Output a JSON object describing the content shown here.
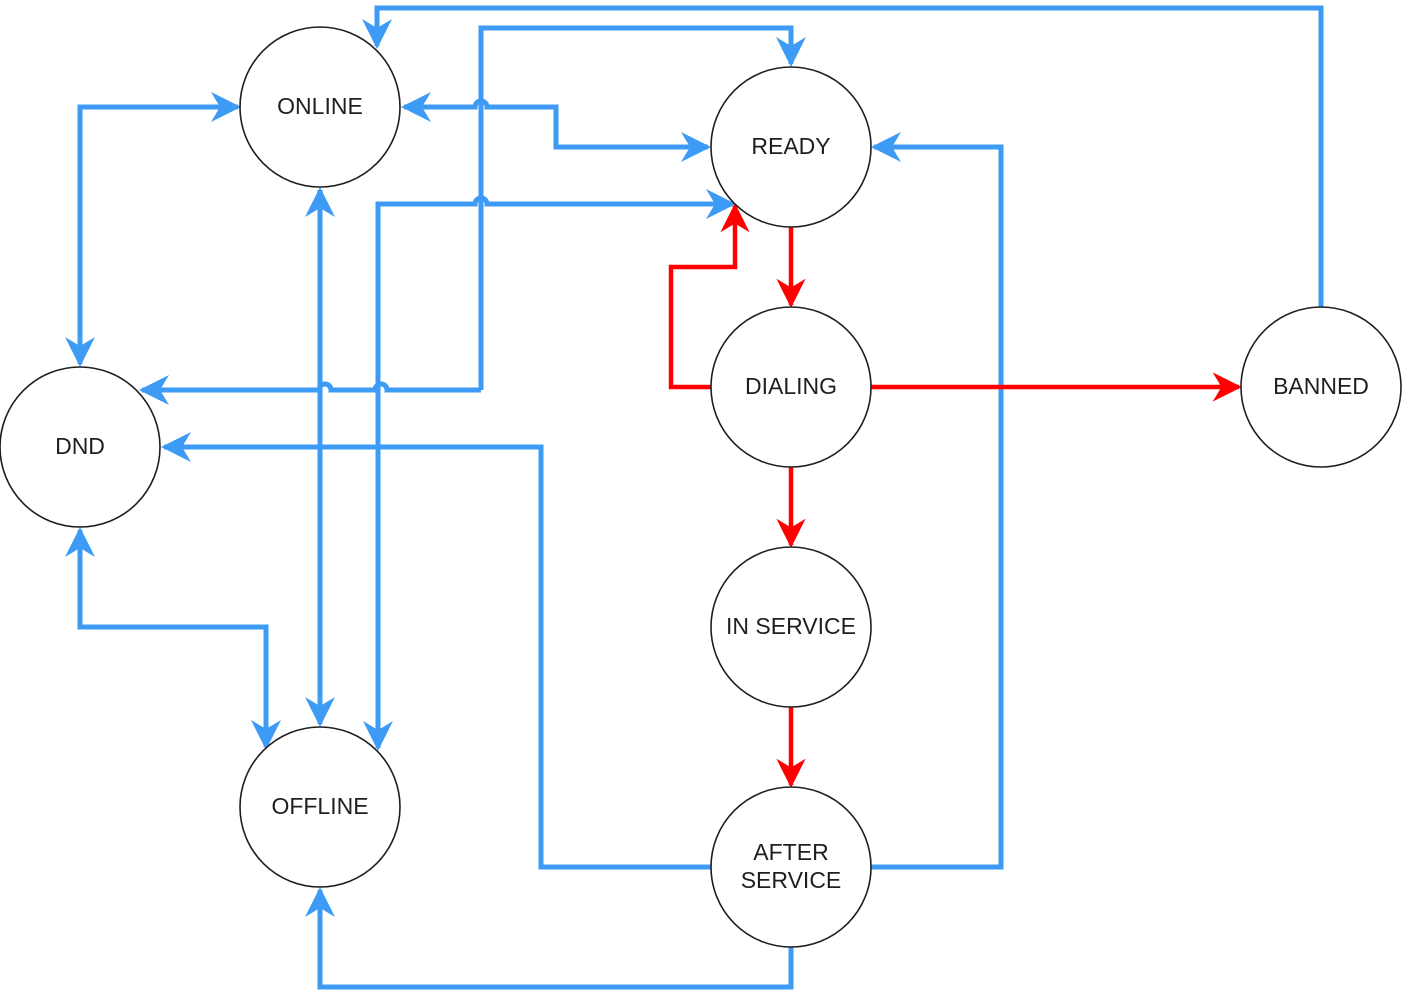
{
  "colors": {
    "transition_blue": "#3d9bf5",
    "call_flow_red": "#ff0000",
    "node_border": "#1f1f1f",
    "node_fill": "#ffffff",
    "label_text": "#1f1f1f"
  },
  "nodes": {
    "online": {
      "label": "ONLINE"
    },
    "ready": {
      "label": "READY"
    },
    "dnd": {
      "label": "DND"
    },
    "dialing": {
      "label": "DIALING"
    },
    "banned": {
      "label": "BANNED"
    },
    "in_service": {
      "label": "IN SERVICE"
    },
    "offline": {
      "label": "OFFLINE"
    },
    "after_service": {
      "label_line1": "AFTER",
      "label_line2": "SERVICE"
    }
  },
  "edges": [
    {
      "id": "banned-to-online",
      "from": "BANNED",
      "to": "ONLINE",
      "color": "blue"
    },
    {
      "id": "dnd-to-ready",
      "from": "DND",
      "to": "READY",
      "color": "blue"
    },
    {
      "id": "ready-to-dnd",
      "from": "READY",
      "to": "DND",
      "color": "blue"
    },
    {
      "id": "online-ready",
      "from": "ONLINE",
      "to": "READY",
      "color": "blue",
      "bidirectional": true
    },
    {
      "id": "after-service-to-ready",
      "from": "AFTER SERVICE",
      "to": "READY",
      "color": "blue"
    },
    {
      "id": "offline-ready",
      "from": "OFFLINE",
      "to": "READY",
      "color": "blue",
      "bidirectional": true
    },
    {
      "id": "online-dnd",
      "from": "ONLINE",
      "to": "DND",
      "color": "blue",
      "bidirectional": true
    },
    {
      "id": "online-offline",
      "from": "ONLINE",
      "to": "OFFLINE",
      "color": "blue",
      "bidirectional": true
    },
    {
      "id": "after-service-to-dnd",
      "from": "AFTER SERVICE",
      "to": "DND",
      "color": "blue"
    },
    {
      "id": "dnd-offline",
      "from": "DND",
      "to": "OFFLINE",
      "color": "blue",
      "bidirectional": true
    },
    {
      "id": "after-service-to-offline",
      "from": "AFTER SERVICE",
      "to": "OFFLINE",
      "color": "blue"
    },
    {
      "id": "ready-to-dialing",
      "from": "READY",
      "to": "DIALING",
      "color": "red"
    },
    {
      "id": "dialing-to-ready",
      "from": "DIALING",
      "to": "READY",
      "color": "red"
    },
    {
      "id": "dialing-to-banned",
      "from": "DIALING",
      "to": "BANNED",
      "color": "red"
    },
    {
      "id": "dialing-to-in-service",
      "from": "DIALING",
      "to": "IN SERVICE",
      "color": "red"
    },
    {
      "id": "in-service-to-after-service",
      "from": "IN SERVICE",
      "to": "AFTER SERVICE",
      "color": "red"
    }
  ]
}
